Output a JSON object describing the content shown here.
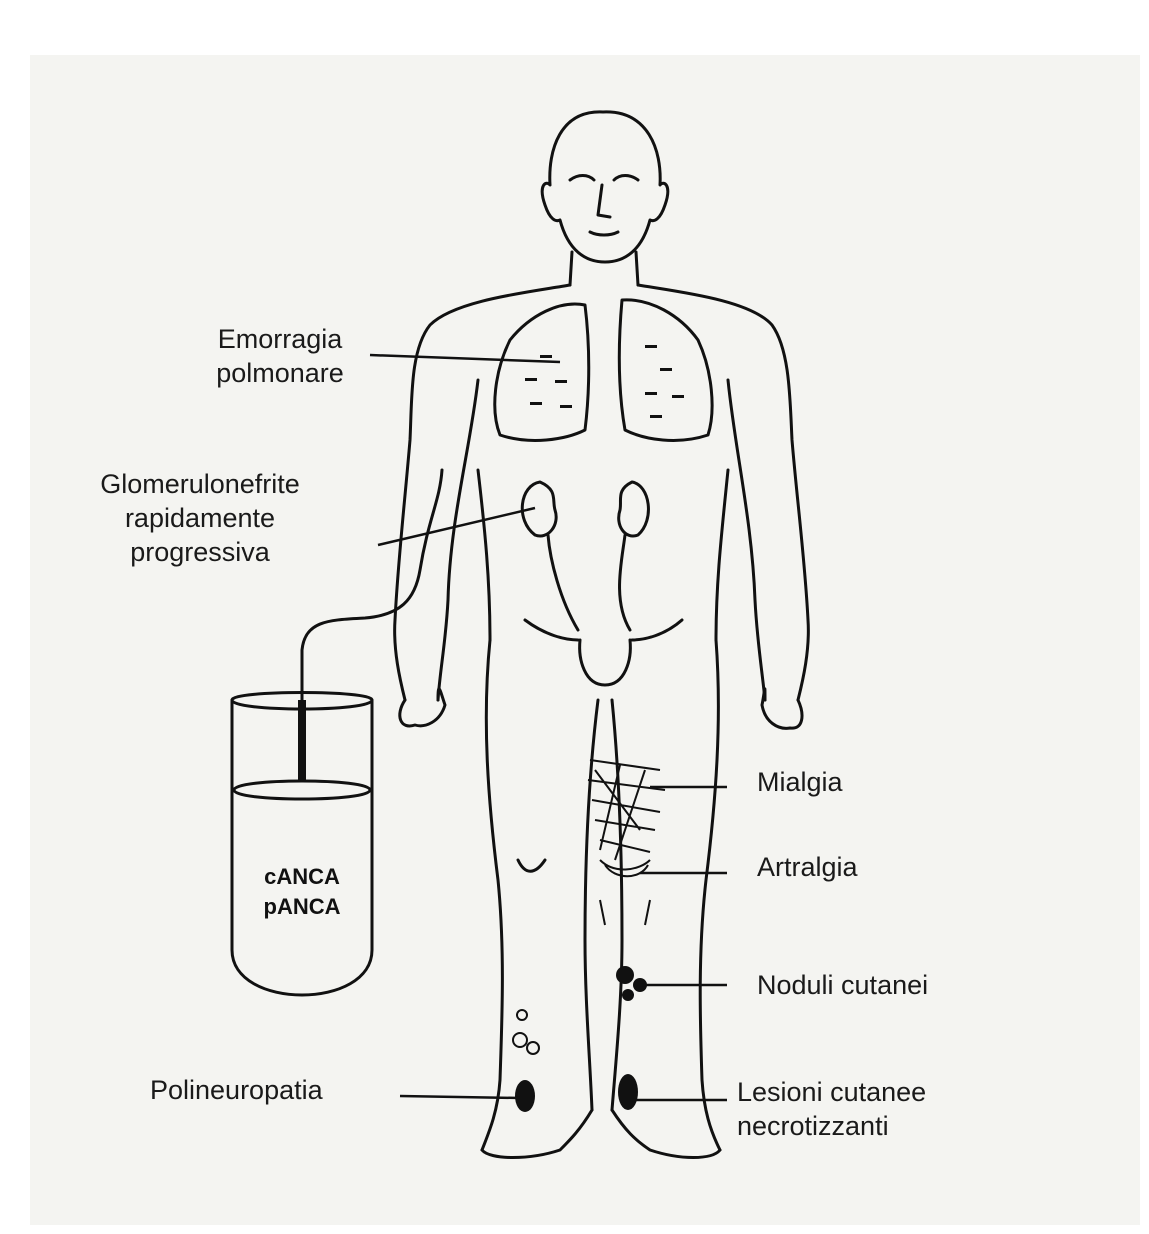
{
  "labels": {
    "pulmonary": [
      "Emorragia",
      "polmonare"
    ],
    "kidney": [
      "Glomerulonefrite",
      "rapidamente",
      "progressiva"
    ],
    "myalgia": "Mialgia",
    "arthralgia": "Artralgia",
    "nodules": "Noduli cutanei",
    "polyneuropathy": "Polineuropatia",
    "necrotic": [
      "Lesioni cutanee",
      "necrotizzanti"
    ]
  },
  "tube": {
    "line1": "cANCA",
    "line2": "pANCA"
  },
  "colors": {
    "background": "#ffffff",
    "paper": "#f4f4f1",
    "ink": "#111111"
  }
}
